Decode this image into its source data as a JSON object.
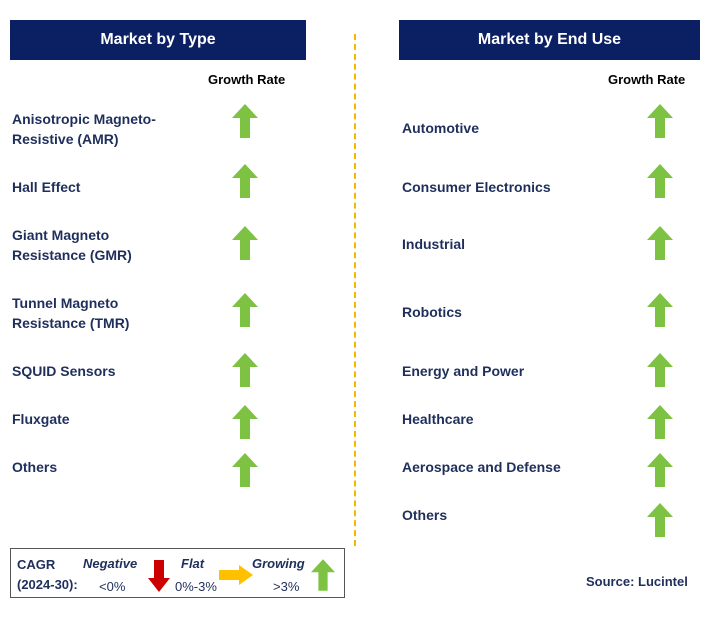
{
  "left_panel": {
    "title": "Market by Type",
    "column_header": "Growth Rate",
    "items": [
      {
        "label_line1": "Anisotropic Magneto-",
        "label_line2": "Resistive (AMR)",
        "trend": "growing"
      },
      {
        "label_line1": "Hall Effect",
        "label_line2": "",
        "trend": "growing"
      },
      {
        "label_line1": "Giant Magneto",
        "label_line2": "Resistance (GMR)",
        "trend": "growing"
      },
      {
        "label_line1": "Tunnel Magneto",
        "label_line2": "Resistance (TMR)",
        "trend": "growing"
      },
      {
        "label_line1": "SQUID Sensors",
        "label_line2": "",
        "trend": "growing"
      },
      {
        "label_line1": "Fluxgate",
        "label_line2": "",
        "trend": "growing"
      },
      {
        "label_line1": "Others",
        "label_line2": "",
        "trend": "growing"
      }
    ]
  },
  "right_panel": {
    "title": "Market by End Use",
    "column_header": "Growth Rate",
    "items": [
      {
        "label": "Automotive",
        "trend": "growing"
      },
      {
        "label": "Consumer Electronics",
        "trend": "growing"
      },
      {
        "label": "Industrial",
        "trend": "growing"
      },
      {
        "label": "Robotics",
        "trend": "growing"
      },
      {
        "label": "Energy and Power",
        "trend": "growing"
      },
      {
        "label": "Healthcare",
        "trend": "growing"
      },
      {
        "label": "Aerospace and Defense",
        "trend": "growing"
      },
      {
        "label": "Others",
        "trend": "growing"
      }
    ]
  },
  "legend": {
    "title_line1": "CAGR",
    "title_line2": "(2024-30):",
    "negative_label": "Negative",
    "negative_range": "<0%",
    "flat_label": "Flat",
    "flat_range": "0%-3%",
    "growing_label": "Growing",
    "growing_range": ">3%"
  },
  "source": "Source: Lucintel",
  "colors": {
    "header_bg": "#0b1f63",
    "growing": "#7dc242",
    "negative": "#cc0000",
    "flat": "#ffc000",
    "divider": "#f5b800",
    "text": "#1f2f5c"
  }
}
